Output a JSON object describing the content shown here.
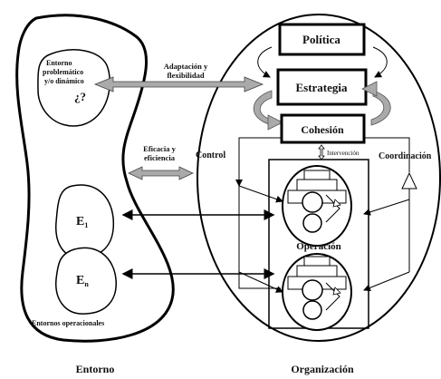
{
  "diagram": {
    "environment": {
      "problem_label": [
        "Entorno",
        "problemático",
        "y/o dinámico"
      ],
      "problem_mark": "¿?",
      "e1": "E",
      "e1_sub": "1",
      "en": "E",
      "en_sub": "n",
      "ops_label": "Entornos operacionales",
      "caption": "Entorno"
    },
    "organization": {
      "politica": "Política",
      "estrategia": "Estrategia",
      "cohesion": "Cohesión",
      "intervencion": "Intervención",
      "control": "Control",
      "coordinacion": "Coordinación",
      "operacion": "Operación",
      "caption": "Organización"
    },
    "links": {
      "adaptacion": [
        "Adaptación y",
        "flexibilidad"
      ],
      "eficacia": [
        "Eficacia y",
        "eficiencia"
      ]
    },
    "colors": {
      "stroke": "#000000",
      "arrow_fill": "#aaaaaa",
      "text": "#111111"
    }
  }
}
